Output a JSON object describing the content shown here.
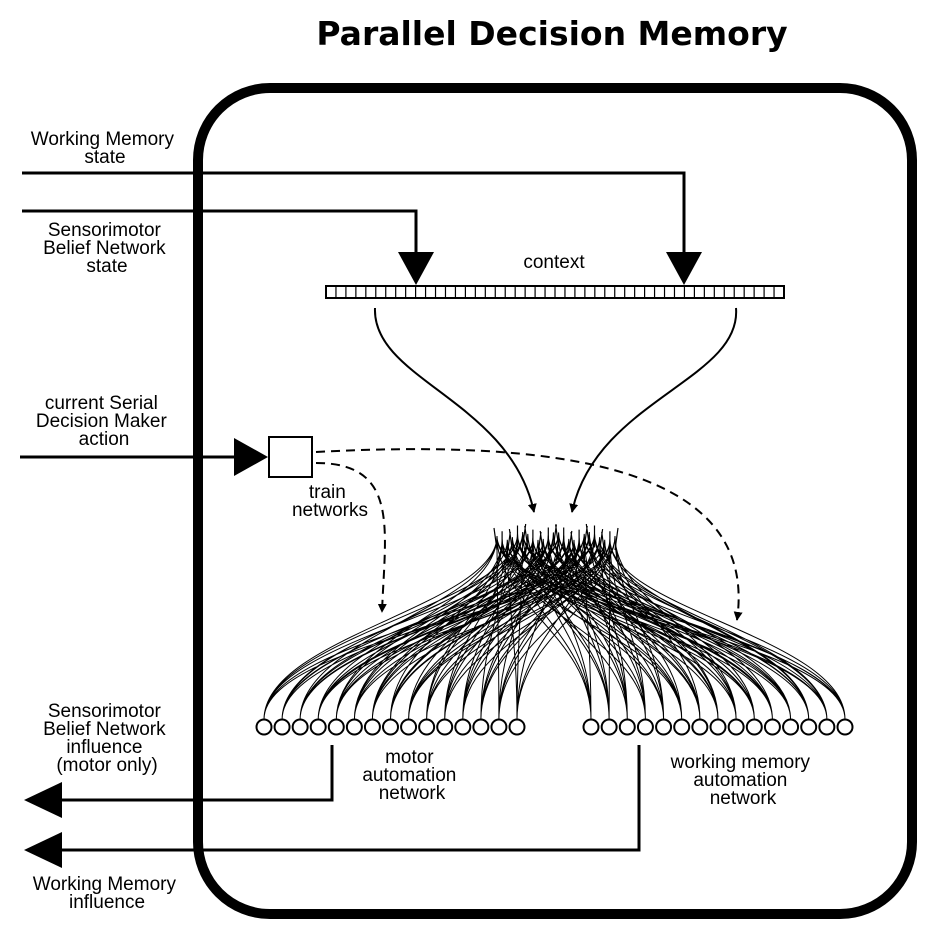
{
  "title": "Parallel Decision Memory",
  "labels": {
    "wm_state": [
      "Working Memory",
      "state"
    ],
    "sbn_state": [
      "Sensorimotor",
      "Belief Network",
      "state"
    ],
    "sdm_action": [
      "current Serial",
      "Decision Maker",
      "action"
    ],
    "context": "context",
    "train": [
      "train",
      "networks"
    ],
    "sbn_influence": [
      "Sensorimotor",
      "Belief Network",
      "influence",
      "(motor only)"
    ],
    "wm_influence": [
      "Working Memory",
      "influence"
    ],
    "motor_net": [
      "motor",
      "automation",
      "network"
    ],
    "wm_net": [
      "working memory",
      "automation",
      "network"
    ]
  },
  "network": {
    "context_cells": 46,
    "motor_nodes": 15,
    "wm_nodes": 15
  },
  "colors": {
    "stroke": "#000000",
    "background": "#ffffff"
  }
}
